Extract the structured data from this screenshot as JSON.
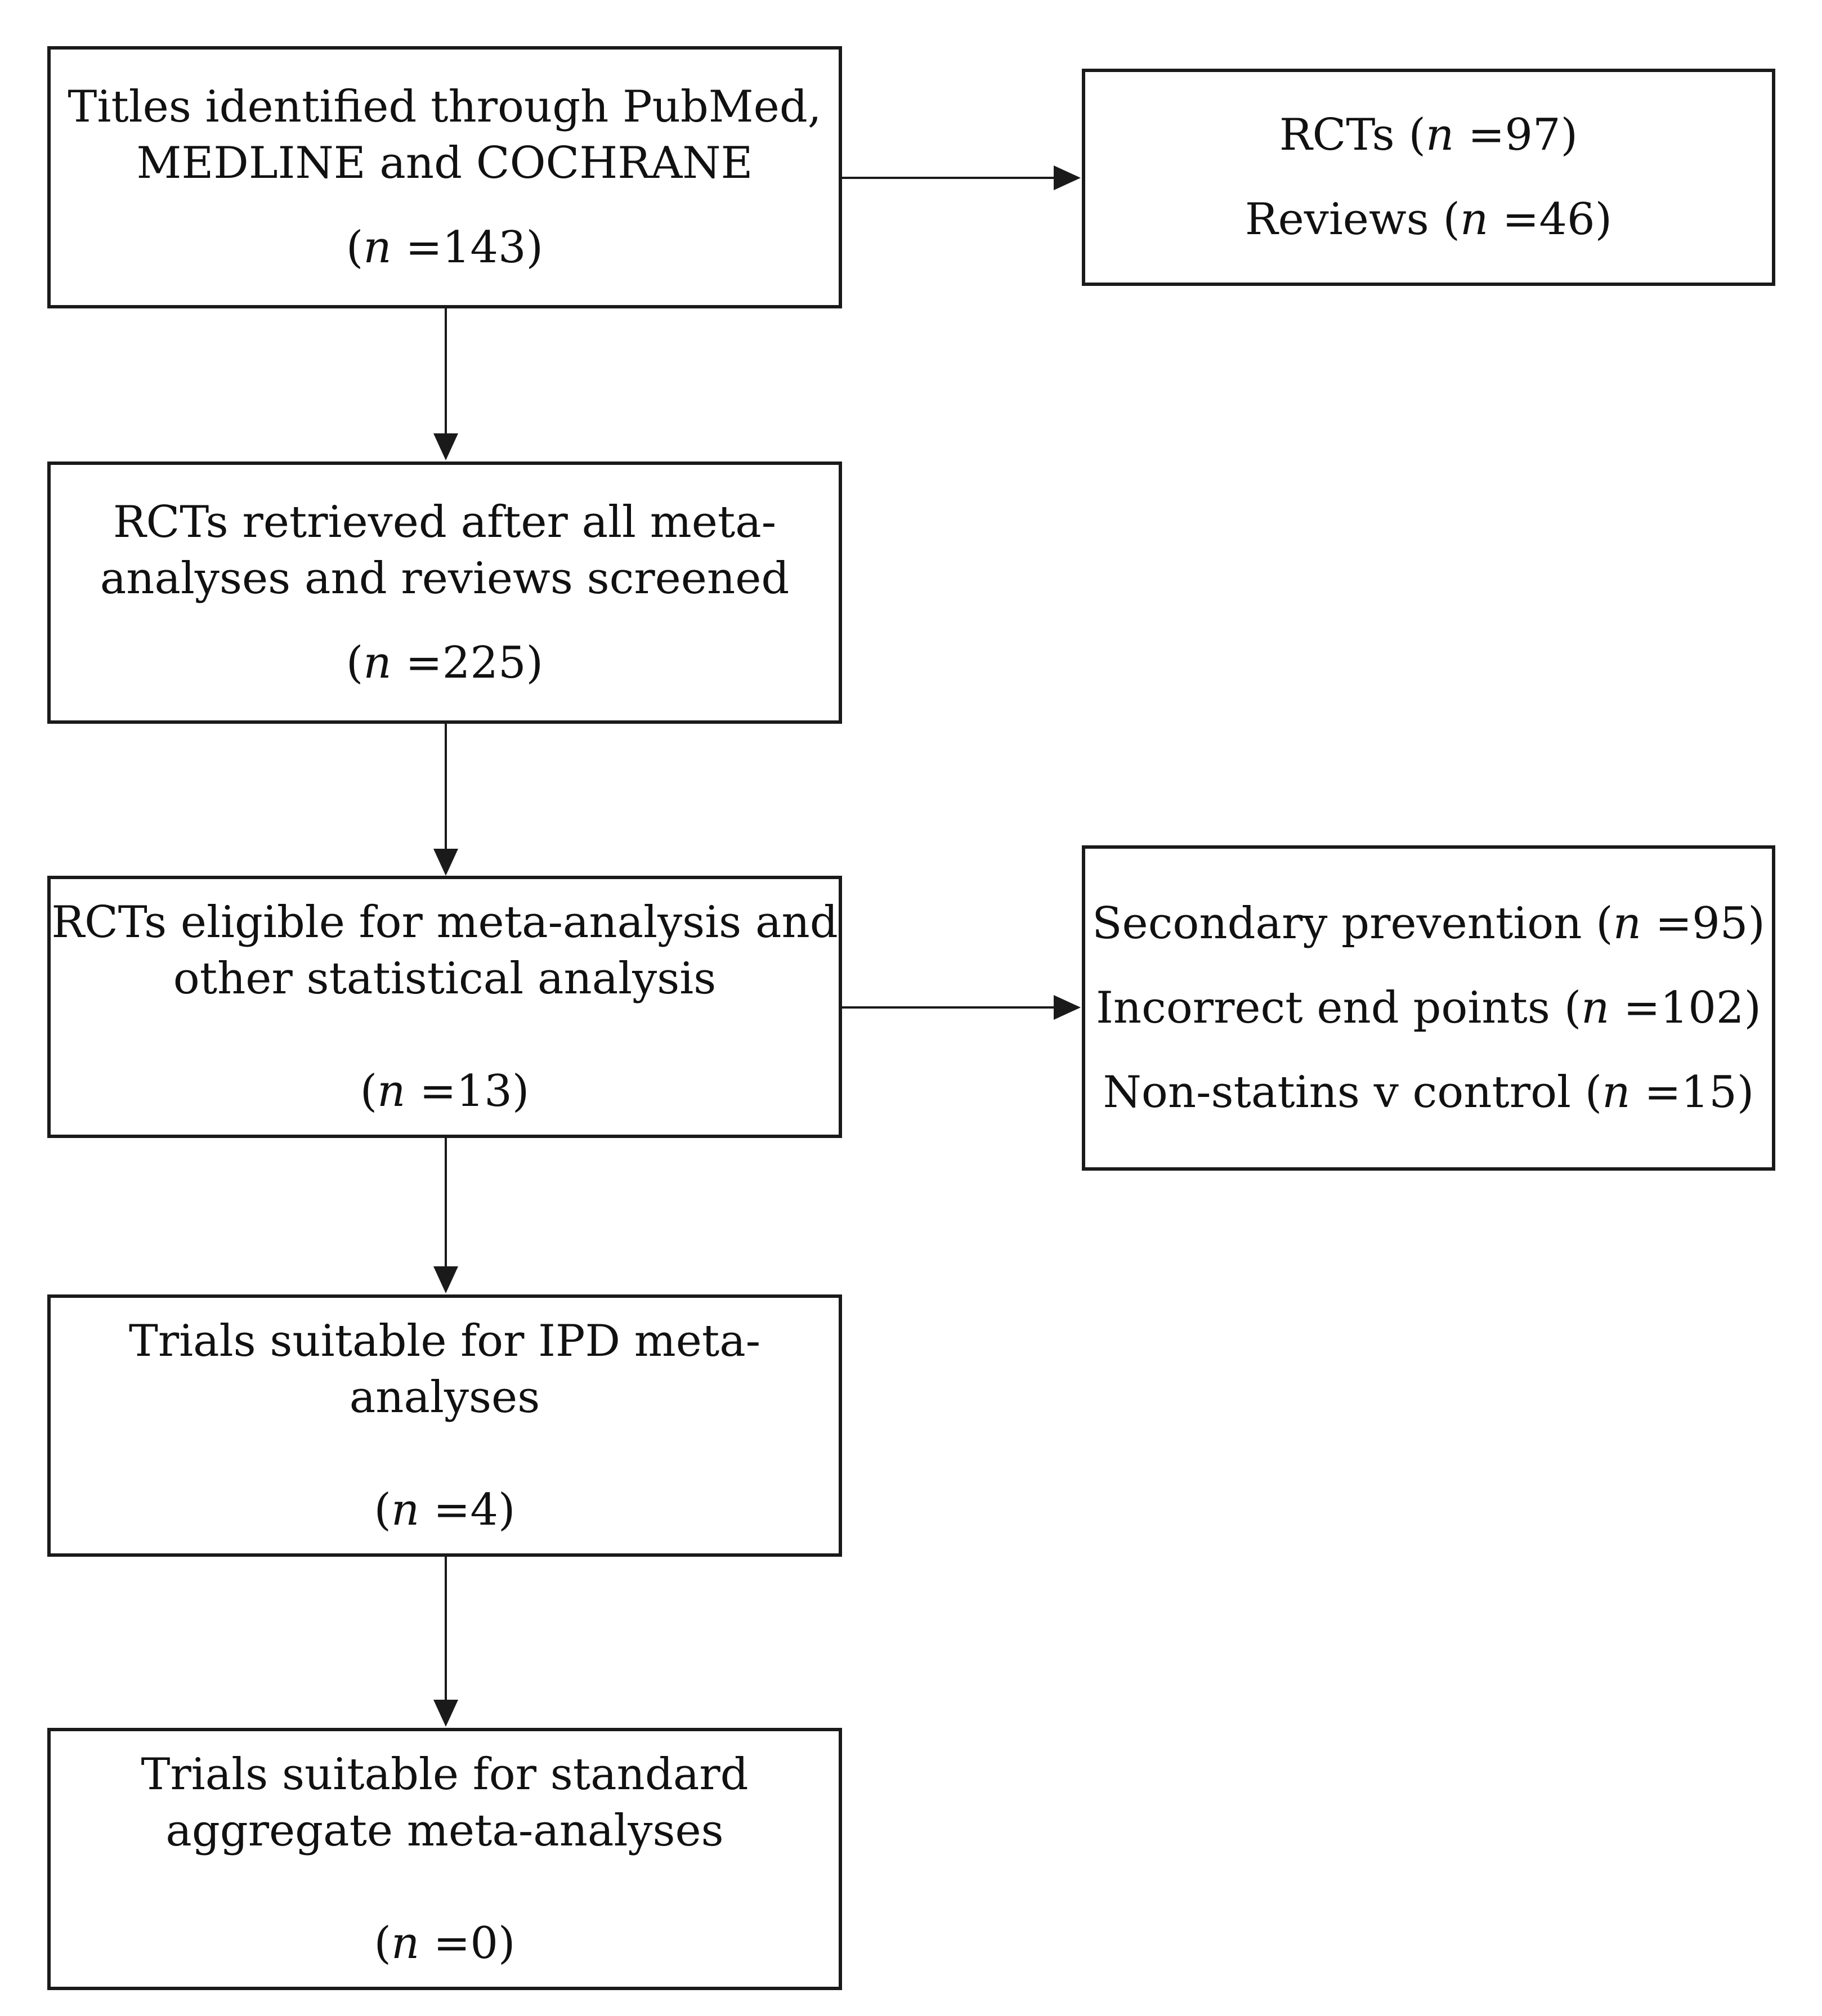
{
  "nodes": {
    "identified": {
      "lines": [
        "Titles identified through PubMed,",
        "MEDLINE and COCHRANE"
      ],
      "count": "143"
    },
    "retrieved": {
      "lines": [
        "RCTs retrieved after all meta-",
        "analyses and reviews screened"
      ],
      "count": "225"
    },
    "eligible": {
      "lines": [
        "RCTs eligible for meta-analysis and",
        "other statistical analysis"
      ],
      "count": "13"
    },
    "ipd": {
      "lines": [
        "Trials suitable for IPD meta-",
        "analyses"
      ],
      "count": "4"
    },
    "aggregate": {
      "lines": [
        "Trials suitable for standard",
        "aggregate meta-analyses"
      ],
      "count": "0"
    }
  },
  "excluded": {
    "first": [
      {
        "label": "RCTs",
        "count": "97"
      },
      {
        "label": "Reviews",
        "count": "46"
      }
    ],
    "second": [
      {
        "label": "Secondary prevention",
        "count": "95"
      },
      {
        "label": "Incorrect end points",
        "count": "102"
      },
      {
        "label": "Non-statins v control",
        "count": "15"
      }
    ]
  },
  "n_symbol": "n",
  "colors": {
    "stroke": "#1a1a1a",
    "text": "#111111",
    "background": "#ffffff"
  }
}
